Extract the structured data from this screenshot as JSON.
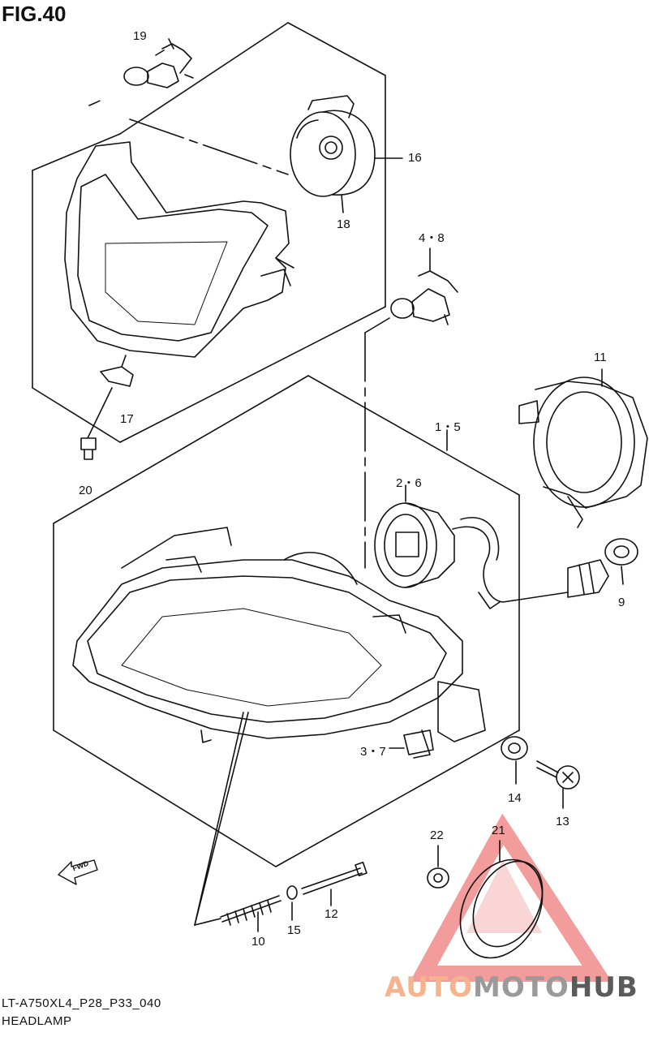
{
  "figure": {
    "title": "FIG.40",
    "code": "LT-A750XL4_P28_P33_040",
    "caption": "HEADLAMP"
  },
  "callouts": {
    "p19": "19",
    "p16": "16",
    "p18": "18",
    "p48": "4・8",
    "p11": "11",
    "p17": "17",
    "p15a": "1・5",
    "p20": "20",
    "p26": "2・6",
    "p9": "9",
    "p37": "3・7",
    "p14": "14",
    "p13": "13",
    "p22": "22",
    "p21": "21",
    "p12": "12",
    "p10": "10",
    "p15": "15"
  },
  "fwd_arrow": "FWD",
  "watermark": {
    "part1": "AUTO",
    "part2": "MOTO",
    "part3": "HUB",
    "colors": {
      "auto": "#f6b48e",
      "moto": "#9a9a9a",
      "hub": "#5b5b5b",
      "triangle": "#ef6f6f"
    }
  }
}
